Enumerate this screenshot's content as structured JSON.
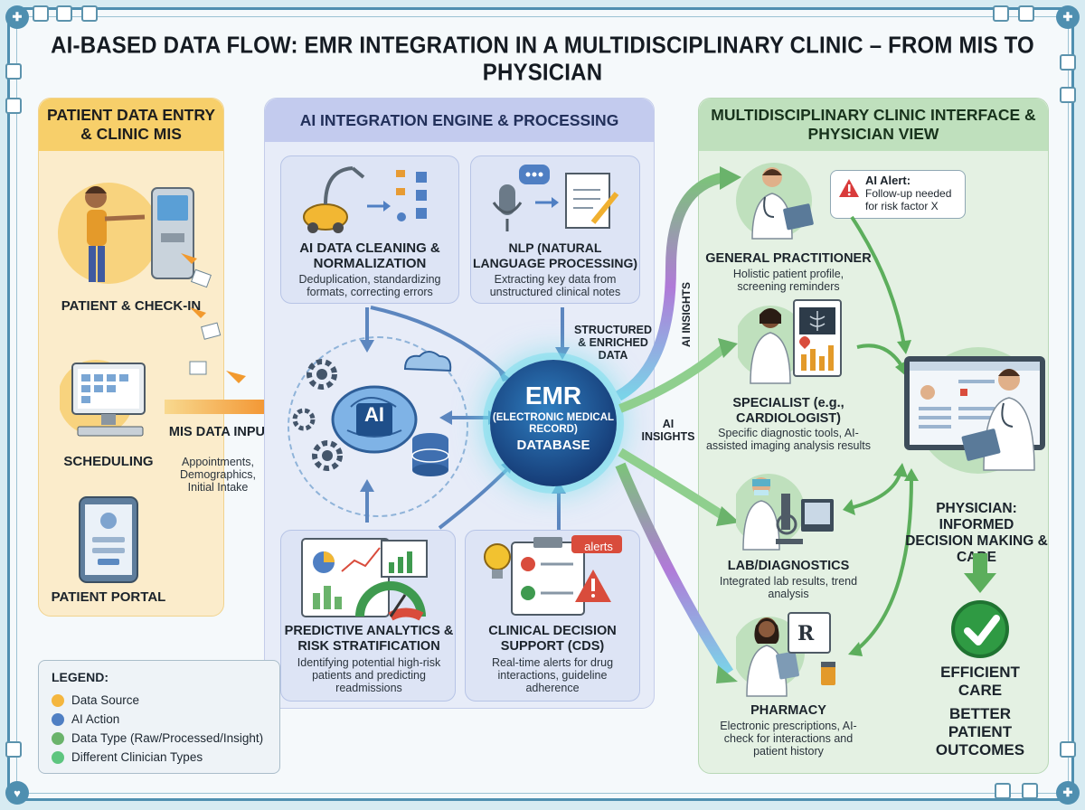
{
  "title": "AI-BASED DATA FLOW: EMR INTEGRATION IN A MULTIDISCIPLINARY CLINIC – FROM MIS TO PHYSICIAN",
  "colors": {
    "data_source": "#f4b63f",
    "ai_action": "#4f7fc3",
    "data_type": "#6ab36b",
    "clinician": "#5dc57f",
    "emr_glow": "#6edceb",
    "alert_red": "#d93b3b"
  },
  "left_panel": {
    "heading": "PATIENT DATA ENTRY & CLINIC MIS",
    "patient_checkin": "PATIENT & CHECK-IN",
    "scheduling": "SCHEDULING",
    "patient_portal": "PATIENT PORTAL",
    "mis_input_label": "MIS DATA INPUT:",
    "mis_input_sub": "Appointments, Demographics, Initial Intake"
  },
  "mid_panel": {
    "heading": "AI INTEGRATION ENGINE & PROCESSING",
    "cleaning_title": "AI DATA CLEANING & NORMALIZATION",
    "cleaning_sub": "Deduplication, standardizing formats, correcting errors",
    "nlp_title": "NLP (NATURAL LANGUAGE PROCESSING)",
    "nlp_sub": "Extracting key data from unstructured clinical notes",
    "ai_core": "AI",
    "structured_label": "STRUCTURED & ENRICHED DATA",
    "predictive_title": "PREDICTIVE ANALYTICS & RISK STRATIFICATION",
    "predictive_sub": "Identifying potential high-risk patients and predicting readmissions",
    "cds_title": "CLINICAL DECISION SUPPORT (CDS)",
    "cds_sub": "Real-time alerts for drug interactions, guideline adherence",
    "alerts_tag": "alerts"
  },
  "emr": {
    "title": "EMR",
    "subtitle": "(ELECTRONIC MEDICAL RECORD)",
    "db": "DATABASE"
  },
  "insights": {
    "vertical": "AI INSIGHTS",
    "horizontal": "AI INSIGHTS"
  },
  "right_panel": {
    "heading": "MULTIDISCIPLINARY CLINIC INTERFACE & PHYSICIAN VIEW",
    "alert_title": "AI Alert:",
    "alert_text": "Follow-up needed for risk factor X",
    "gp_title": "GENERAL PRACTITIONER",
    "gp_sub": "Holistic patient profile, screening reminders",
    "specialist_title": "SPECIALIST (e.g., CARDIOLOGIST)",
    "specialist_sub": "Specific diagnostic tools, AI-assisted imaging analysis results",
    "lab_title": "LAB/DIAGNOSTICS",
    "lab_sub": "Integrated lab results, trend analysis",
    "pharmacy_title": "PHARMACY",
    "pharmacy_sub": "Electronic prescriptions, AI-check for interactions and patient history",
    "physician_title": "PHYSICIAN: INFORMED DECISION MAKING & CARE",
    "outcome1": "EFFICIENT CARE",
    "outcome2": "BETTER PATIENT OUTCOMES"
  },
  "legend": {
    "title": "LEGEND:",
    "items": [
      {
        "label": "Data Source",
        "color": "#f4b63f"
      },
      {
        "label": "AI Action",
        "color": "#4f7fc3"
      },
      {
        "label": "Data Type (Raw/Processed/Insight)",
        "color": "#6ab36b"
      },
      {
        "label": "Different Clinician Types",
        "color": "#5dc57f"
      }
    ]
  }
}
